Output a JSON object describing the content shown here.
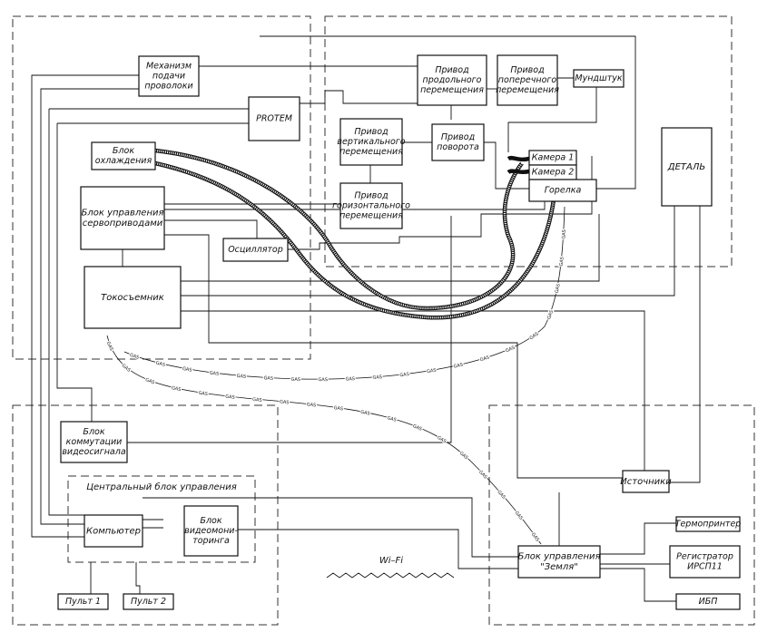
{
  "blocks": {
    "wire_feed": [
      "Механизм",
      "подачи",
      "проволоки"
    ],
    "protem": "PROTEM",
    "cooling": [
      "Блок",
      "охлаждения"
    ],
    "servo": [
      "Блок управления",
      "сервоприводами"
    ],
    "oscillator": "Осциллятор",
    "current_collector": "Токосъемник",
    "longitudinal": [
      "Привод",
      "продольного",
      "перемещения"
    ],
    "transverse": [
      "Привод",
      "поперечного",
      "перемещения"
    ],
    "nozzle": "Мундштук",
    "vertical": [
      "Привод",
      "вертикального",
      "перемещения"
    ],
    "rotation": [
      "Привод",
      "поворота"
    ],
    "horizontal": [
      "Привод",
      "горизонтального",
      "перемещения"
    ],
    "camera1": "Камера  1",
    "camera2": "Камера  2",
    "torch": "Горелка",
    "detail": "ДЕТАЛЬ",
    "video_switch": [
      "Блок",
      "коммутации",
      "видеосигнала"
    ],
    "central_group": "Центральный  блок  управления",
    "computer": "Компьютер",
    "video_monitor": [
      "Блок",
      "видеомони-",
      "торинга"
    ],
    "remote1": "Пульт  1",
    "remote2": "Пульт  2",
    "wifi": "Wi–Fi",
    "sources": "Источники",
    "ground_control": [
      "Блок  управления",
      "\"Земля\""
    ],
    "thermoprinter": "Термопринтер",
    "registrar": [
      "Регистратор",
      "ИРСП11"
    ],
    "ups": "ИБП"
  },
  "gas_label": "GAS"
}
